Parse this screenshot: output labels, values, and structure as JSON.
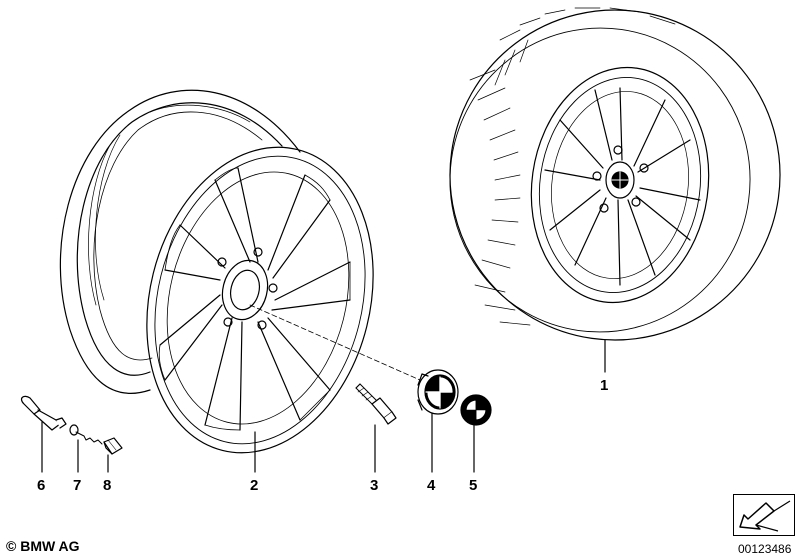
{
  "callouts": [
    {
      "id": "callout-1",
      "label": "1"
    },
    {
      "id": "callout-2",
      "label": "2"
    },
    {
      "id": "callout-3",
      "label": "3"
    },
    {
      "id": "callout-4",
      "label": "4"
    },
    {
      "id": "callout-5",
      "label": "5"
    },
    {
      "id": "callout-6",
      "label": "6"
    },
    {
      "id": "callout-7",
      "label": "7"
    },
    {
      "id": "callout-8",
      "label": "8"
    }
  ],
  "footer": {
    "copyright": "© BMW AG",
    "figure_id": "00123486"
  },
  "icons": {
    "nav": "arrow-down-left-icon"
  }
}
